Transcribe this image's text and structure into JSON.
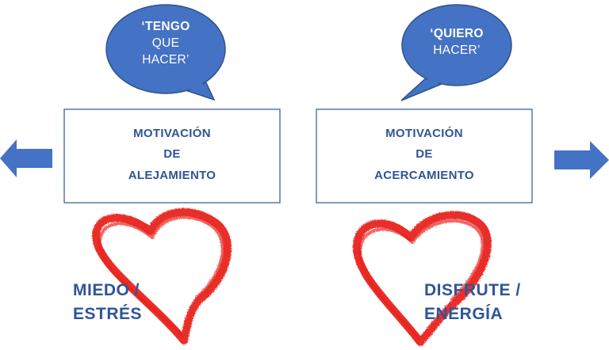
{
  "diagram": {
    "left": {
      "bubble": {
        "line1": "‘TENGO",
        "line2": "QUE",
        "line3": "HACER’"
      },
      "box": {
        "line1": "MOTIVACIÓN",
        "line2": "DE",
        "line3": "ALEJAMIENTO"
      },
      "heart": {
        "line1": "MIEDO /",
        "line2": "ESTRÉS"
      },
      "arrow_direction": "left"
    },
    "right": {
      "bubble": {
        "line1": "‘QUIERO",
        "line2": "HACER’"
      },
      "box": {
        "line1": "MOTIVACIÓN",
        "line2": "DE",
        "line3": "ACERCAMIENTO"
      },
      "heart": {
        "line1": "DISFRUTE /",
        "line2": "ENERGÍA"
      },
      "arrow_direction": "right"
    },
    "colors": {
      "bubble_fill": "#4472c4",
      "bubble_stroke": "#2f528f",
      "box_stroke": "#2f5597",
      "text": "#2f5597",
      "arrow": "#4472c4",
      "heart": "#e8231e"
    }
  }
}
